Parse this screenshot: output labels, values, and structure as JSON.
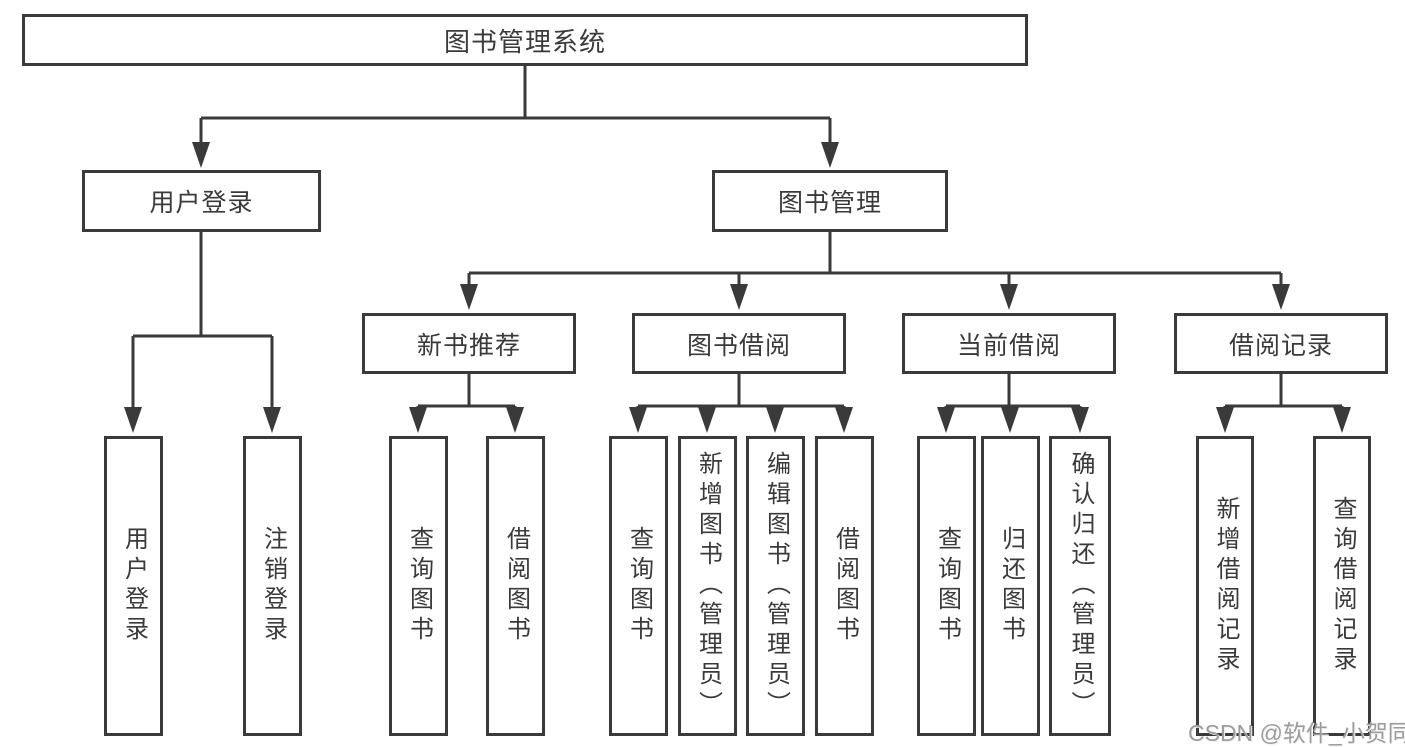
{
  "diagram": {
    "title": "图书管理系统",
    "watermark": "CSDN @软件_小贺同学",
    "colors": {
      "line": "#3a3a3a",
      "border": "#3a3a3a",
      "text": "#3a3a3a",
      "watermark": "#9c9c9c",
      "background": "#ffffff"
    }
  },
  "nodes": {
    "root": {
      "label": "图书管理系统"
    },
    "level2": [
      {
        "label": "用户登录"
      },
      {
        "label": "图书管理"
      }
    ],
    "level3": [
      {
        "label": "新书推荐"
      },
      {
        "label": "图书借阅"
      },
      {
        "label": "当前借阅"
      },
      {
        "label": "借阅记录"
      }
    ],
    "leaves": [
      {
        "label": "用户登录"
      },
      {
        "label": "注销登录"
      },
      {
        "label": "查询图书"
      },
      {
        "label": "借阅图书"
      },
      {
        "label": "查询图书"
      },
      {
        "label": "新增图书（管理员）"
      },
      {
        "label": "编辑图书（管理员）"
      },
      {
        "label": "借阅图书"
      },
      {
        "label": "查询图书"
      },
      {
        "label": "归还图书"
      },
      {
        "label": "确认归还（管理员）"
      },
      {
        "label": "新增借阅记录"
      },
      {
        "label": "查询借阅记录"
      }
    ]
  }
}
